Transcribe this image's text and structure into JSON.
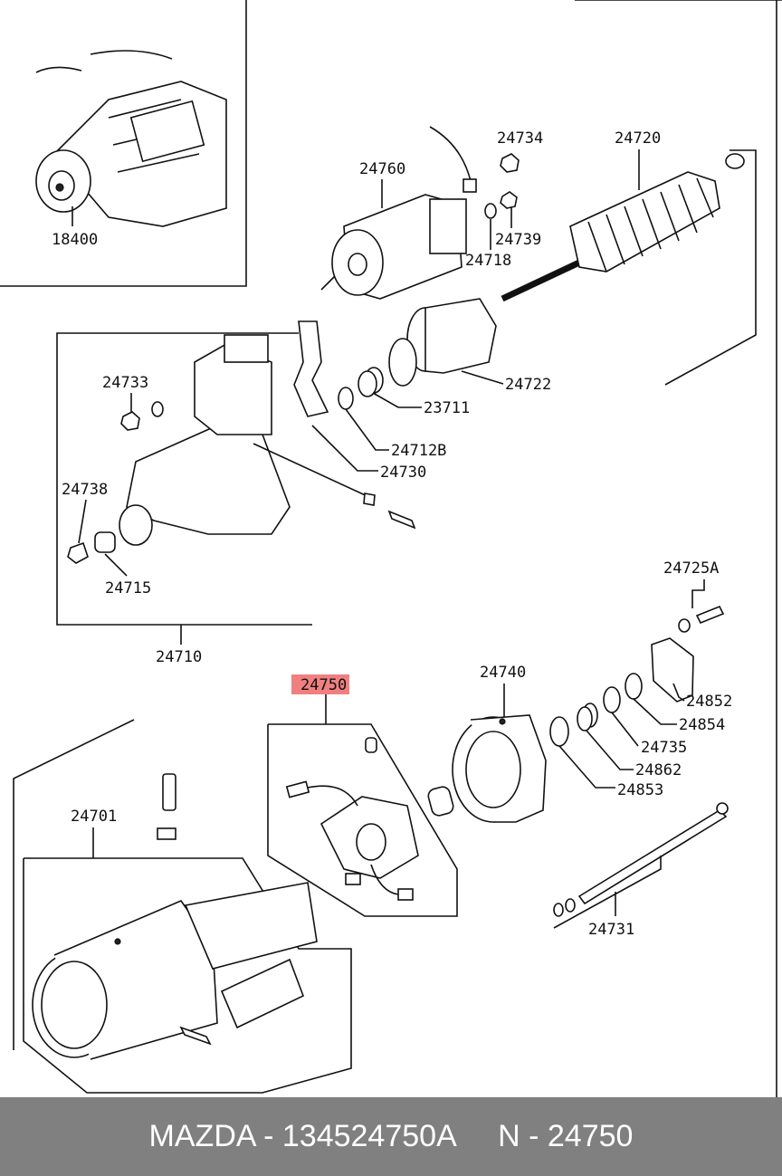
{
  "parts": {
    "p18400": "18400",
    "p24760": "24760",
    "p24734": "24734",
    "p24720": "24720",
    "p24739": "24739",
    "p24718": "24718",
    "p24733": "24733",
    "p24722": "24722",
    "p23711": "23711",
    "p24712B": "24712B",
    "p24730": "24730",
    "p24738": "24738",
    "p24715": "24715",
    "p24710": "24710",
    "p24725A": "24725A",
    "p24740": "24740",
    "p24750": "24750",
    "p24852": "24852",
    "p24854": "24854",
    "p24735": "24735",
    "p24862": "24862",
    "p24853": "24853",
    "p24701": "24701",
    "p24731": "24731"
  },
  "highlight_color": "#f08080",
  "footer": {
    "brand": "MAZDA",
    "part_number": "134524750A",
    "ref": "N - 24750"
  }
}
